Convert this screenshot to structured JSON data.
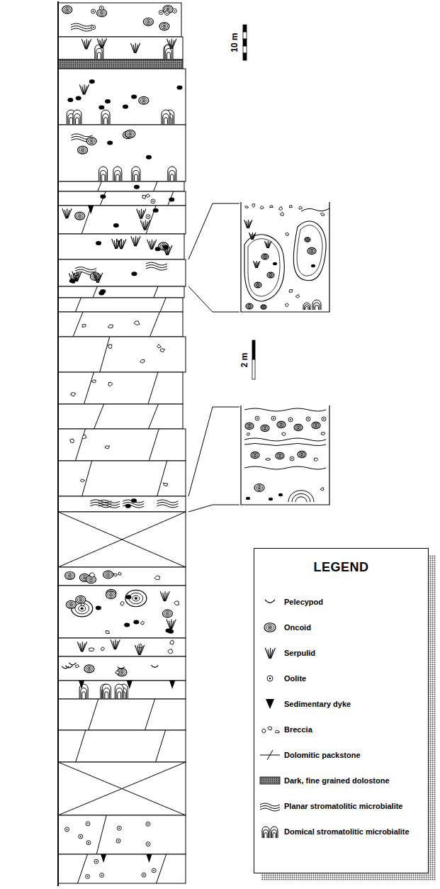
{
  "diagram": {
    "nodes": [
      {
        "text": [
          "LEGEND"
        ]
      }
    ],
    "labels": [
      "10 m",
      "2 m"
    ],
    "legend": [
      {
        "text": "Pelecypod"
      },
      {
        "text": "Oncoid"
      },
      {
        "text": "Serpulid"
      },
      {
        "text": "Oolite"
      },
      {
        "text": "Sedimentary dyke"
      },
      {
        "text": "Breccia"
      },
      {
        "text": "Dolomitic packstone"
      },
      {
        "text": "Dark, fine grained dolostone"
      },
      {
        "text": "Planar stromatolitic microbialite"
      },
      {
        "text": "Domical stromatolitic microbialite"
      }
    ]
  }
}
